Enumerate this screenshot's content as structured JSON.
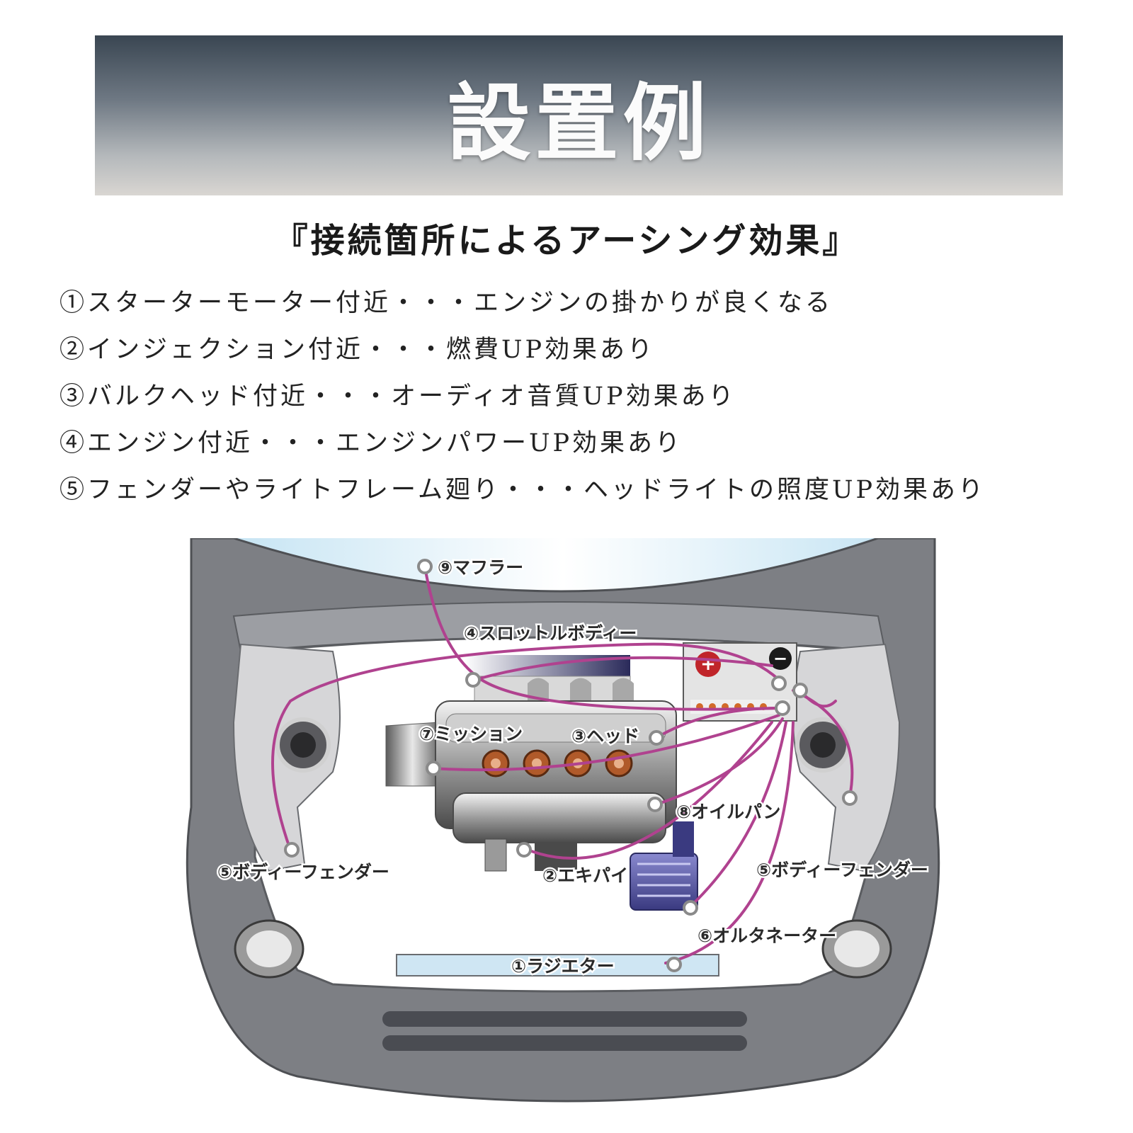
{
  "banner": {
    "title": "設置例"
  },
  "subtitle": "『接続箇所によるアーシング効果』",
  "effects": [
    "①スターターモーター付近・・・エンジンの掛かりが良くなる",
    "②インジェクション付近・・・燃費UP効果あり",
    "③バルクヘッド付近・・・オーディオ音質UP効果あり",
    "④エンジン付近・・・エンジンパワーUP効果あり",
    "⑤フェンダーやライトフレーム廻り・・・ヘッドライトの照度UP効果あり"
  ],
  "diagram": {
    "labels": {
      "muffler": "⑨マフラー",
      "throttle_body": "④スロットルボディー",
      "mission": "⑦ミッション",
      "head": "③ヘッド",
      "oil_pan": "⑧オイルパン",
      "exhaust_pipe": "②エキパイ",
      "body_fender_left": "⑤ボディーフェンダー",
      "body_fender_right": "⑤ボディーフェンダー",
      "alternator": "⑥オルタネーター",
      "radiator": "①ラジエター"
    },
    "battery": {
      "plus": "+",
      "minus": "−"
    },
    "colors": {
      "wire": "#b0428f",
      "body": "#7d7f84",
      "sky": "#bfe1f2"
    }
  }
}
